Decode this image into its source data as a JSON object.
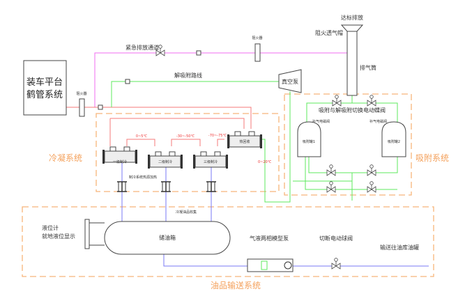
{
  "loading": {
    "line1": "装车平台",
    "line2": "鹤管系统"
  },
  "flame_arrester_1": "阻火器",
  "flame_arrester_2": "阻火器",
  "emergency_line": "紧急排放通道",
  "desorption_line": "解吸附路线",
  "vacuum_pump": "真空泵",
  "stack": {
    "top": "达标排放",
    "cap": "阻火透气帽",
    "body": "排气筒"
  },
  "condense": {
    "title": "冷凝系统",
    "stage1": "一级制冷",
    "stage2": "二级制冷",
    "stage3": "三级制冷",
    "heat_recovery": "热回收",
    "temp1": "0~5℃",
    "temp2": "-30~-50℃",
    "temp3": "-70~-75℃",
    "temp4": "0~20℃",
    "heating": "制冷系统热源加热",
    "collect": "冷凝油品收集"
  },
  "adsorb": {
    "title": "吸附系统",
    "switch_valve": "吸附与解吸附切换电动蝶阀",
    "air_valve_1": "补气电磁阀",
    "air_valve_2": "补气电磁阀",
    "tank1": "吸附罐1",
    "tank2": "吸附罐2"
  },
  "oil": {
    "title": "油品输送系统",
    "tank": "储油箱",
    "gauge1": "液位计",
    "gauge2": "就地液位显示",
    "pump": "气液两相模型泵",
    "valve": "切断电动球阀",
    "dest": "输送往油库油罐"
  },
  "colors": {
    "emergency": "#f06cf0",
    "gas": "#f47a7a",
    "desorb": "#5de85d",
    "oil": "#7a7af5",
    "system": "#f4a15c"
  }
}
